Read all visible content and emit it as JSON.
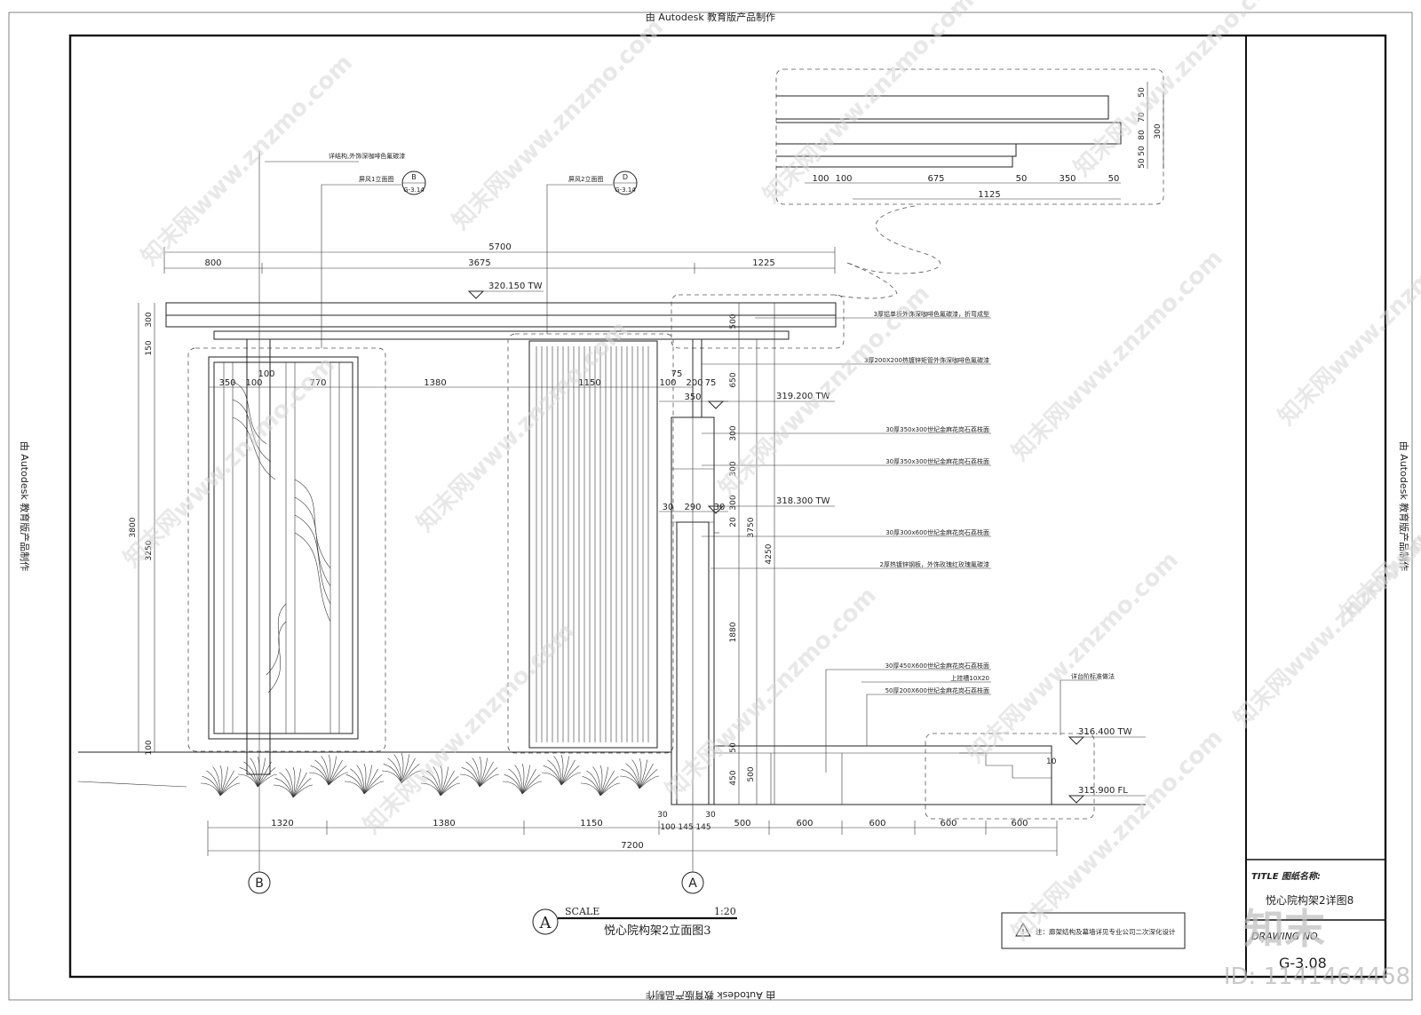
{
  "header": {
    "autodesk_top": "由 Autodesk 教育版产品制作",
    "autodesk_bottom": "由 Autodesk 教育版产品制作",
    "autodesk_left": "由 Autodesk 教育版产品制作",
    "autodesk_right": "由 Autodesk 教育版产品制作"
  },
  "section_detail": {
    "right_dims": [
      "50",
      "70",
      "80",
      "50",
      "50"
    ],
    "right_total": "300",
    "bottom_dims": [
      "100",
      "100",
      "675",
      "50",
      "350",
      "50"
    ],
    "bottom_total": "1125"
  },
  "elevation": {
    "top_total": "5700",
    "top_dims": [
      "800",
      "3675",
      "1225"
    ],
    "level_top": "320.150 TW",
    "level_pier_top": "319.200 TW",
    "level_pier_mid": "318.300 TW",
    "level_wall": "316.400 TW",
    "level_floor": "315.900 FL",
    "left_dims": [
      "300",
      "150",
      "3250",
      "100"
    ],
    "left_total": "3800",
    "screen1_dims": [
      "350",
      "100",
      "770"
    ],
    "screen1_dim_top": "100",
    "gap_dim": "1380",
    "screen2_dim": "1150",
    "pier_dims_a": [
      "100",
      "75",
      "200",
      "75"
    ],
    "pier_dim_b": "350",
    "pier_dims_c": [
      "30",
      "290",
      "30"
    ],
    "pier_right_dims": [
      "500",
      "650",
      "300",
      "300",
      "300",
      "20",
      "1880",
      "50",
      "450"
    ],
    "pier_total_a": "3750",
    "pier_total_b": "4250",
    "pier_total_c": "500",
    "bench_dim": "10",
    "bottom_dims": [
      "1320",
      "1380",
      "1150",
      "100",
      "145",
      "145",
      "500",
      "600",
      "600",
      "600",
      "600"
    ],
    "bottom_dims_30": [
      "30",
      "30"
    ],
    "bottom_total": "7200",
    "grid_b": "B",
    "grid_a": "A"
  },
  "callouts": {
    "detail_b_label": "详结构,外饰深咖啡色氟碳漆",
    "screen1_label": "屏风1立面图",
    "screen1_ref_letter": "B",
    "screen1_ref_sheet": "G-3.14",
    "screen2_label": "屏风2立面图",
    "screen2_ref_letter": "D",
    "screen2_ref_sheet": "G-3.14",
    "notes": [
      "3厚铝单板外饰深咖啡色氟碳漆，折弯成型",
      "3厚200X200热镀锌矩管外饰深咖啡色氟碳漆",
      "30厚350x300世纪金麻花岗石荔枝面",
      "30厚350x300世纪金麻花岗石荔枝面",
      "30厚300x600世纪金麻花岗石荔枝面",
      "2厚热镀锌钢板，外饰玫瑰红玫瑰氟碳漆",
      "30厚450X600世纪金麻花岗石荔枝面",
      "上挂槽10X20",
      "50厚200X600世纪金麻花岗石荔枝面"
    ],
    "bench_note": "详台阶标准做法"
  },
  "drawing_title": {
    "circle_letter": "A",
    "scale_label": "SCALE",
    "scale_value": "1:20",
    "name": "悦心院构架2立面图3"
  },
  "note_box": {
    "text": "注：廊架结构及幕墙详见专业公司二次深化设计"
  },
  "title_block": {
    "title_label": "TITLE 图纸名称:",
    "title_value": "悦心院构架2详图8",
    "drawing_no_label": "DRAWING NO.",
    "drawing_no_value": "G-3.08"
  },
  "watermarks": {
    "site": "知末网www.znzmo.com",
    "logo": "知末",
    "id": "ID: 1141464468"
  }
}
